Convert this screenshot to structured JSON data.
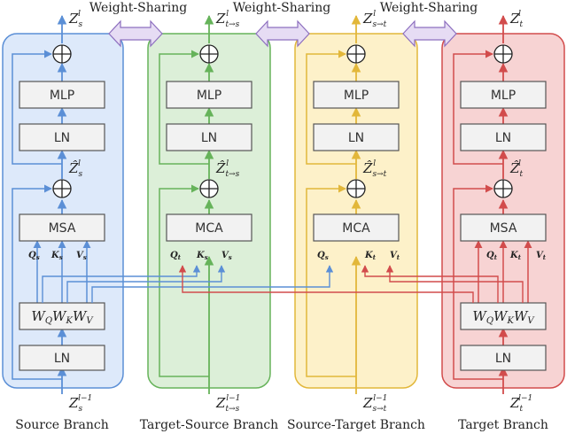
{
  "colors": {
    "source": "#5b8fd6",
    "source_fill": "#dde9fa",
    "ts": "#66b35a",
    "ts_fill": "#dcefd8",
    "st": "#e2b73a",
    "st_fill": "#fdf1c9",
    "target": "#d24c4c",
    "target_fill": "#f7d3d3",
    "share": "#b49cd6",
    "share_fill": "#e6dcf4"
  },
  "weight_sharing_label": "Weight-Sharing",
  "blocks": {
    "mlp": "MLP",
    "ln": "LN",
    "msa": "MSA",
    "mca": "MCA"
  },
  "qkv": {
    "q": "Q",
    "k": "K",
    "v": "V"
  },
  "branches": [
    {
      "id": "source",
      "label": "Source Branch",
      "attn": "MSA",
      "z_out_sub": "s",
      "z_hat_sub": "s",
      "z_in_sub": "s",
      "q": "s",
      "k": "s",
      "v": "s"
    },
    {
      "id": "ts",
      "label": "Target-Source Branch",
      "attn": "MCA",
      "z_out_sub": "t→s",
      "z_hat_sub": "t→s",
      "z_in_sub": "t→s",
      "q": "t",
      "k": "s",
      "v": "s"
    },
    {
      "id": "st",
      "label": "Source-Target Branch",
      "attn": "MCA",
      "z_out_sub": "s→t",
      "z_hat_sub": "s→t",
      "z_in_sub": "s→t",
      "q": "s",
      "k": "t",
      "v": "t"
    },
    {
      "id": "target",
      "label": "Target Branch",
      "attn": "MSA",
      "z_out_sub": "t",
      "z_hat_sub": "t",
      "z_in_sub": "t",
      "q": "t",
      "k": "t",
      "v": "t"
    }
  ]
}
